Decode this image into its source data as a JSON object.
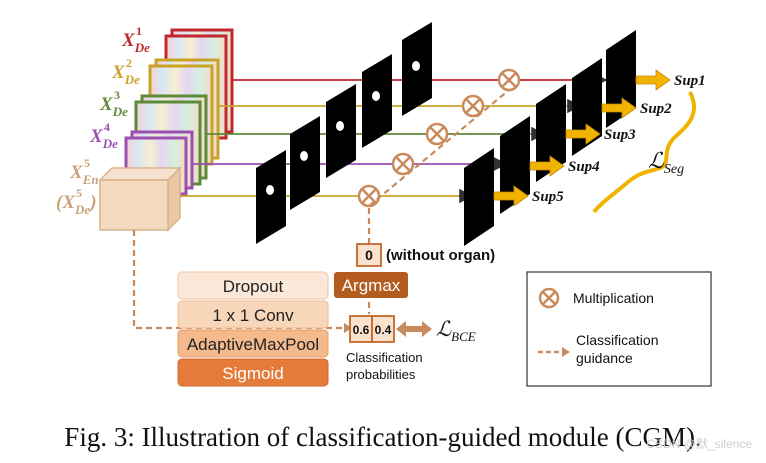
{
  "feature_labels": {
    "de1": {
      "base": "X",
      "sub": "De",
      "sup": "1"
    },
    "de2": {
      "base": "X",
      "sub": "De",
      "sup": "2"
    },
    "de3": {
      "base": "X",
      "sub": "De",
      "sup": "3"
    },
    "de4": {
      "base": "X",
      "sub": "De",
      "sup": "4"
    },
    "en5": {
      "base": "X",
      "sub": "En",
      "sup": "5"
    },
    "de5": {
      "open": "(",
      "base": "X",
      "sub": "De",
      "sup": "5",
      "close": ")"
    }
  },
  "sup_labels": [
    "Sup1",
    "Sup2",
    "Sup3",
    "Sup4",
    "Sup5"
  ],
  "seg_loss": {
    "symbol": "ℒ",
    "sub": "Seg"
  },
  "bce_loss": {
    "symbol": "ℒ",
    "sub": "BCE"
  },
  "classifier_blocks": [
    "Dropout",
    "1 x 1 Conv",
    "AdaptiveMaxPool",
    "Sigmoid"
  ],
  "argmax_label": "Argmax",
  "argmax_output": {
    "value": "0",
    "note": "(without organ)"
  },
  "probabilities": [
    "0.6",
    "0.4"
  ],
  "prob_caption": [
    "Classification",
    "probabilities"
  ],
  "legend": {
    "multiplication": "Multiplication",
    "guidance": [
      "Classification",
      "guidance"
    ]
  },
  "caption": "Fig. 3: Illustration of classification-guided module (CGM).",
  "watermark": "CSDN @默_silence",
  "colors": {
    "de1": "#c0282e",
    "de2": "#c9a227",
    "de3": "#5e8a3a",
    "de4": "#9b4fb0",
    "en5": "#c8a27a",
    "multiply": "#c98a5c",
    "guide": "#c98a5c",
    "arrow_gold": "#f0b400",
    "sigmoid": "#e47b3a"
  }
}
